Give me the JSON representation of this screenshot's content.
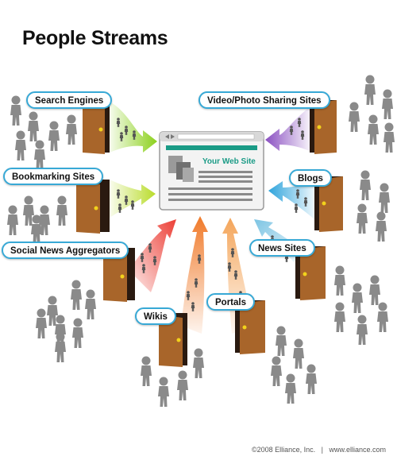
{
  "title": "People Streams",
  "website_label": "Your Web Site",
  "sources": {
    "search_engines": "Search Engines",
    "video_photo": "Video/Photo Sharing Sites",
    "bookmarking": "Bookmarking Sites",
    "blogs": "Blogs",
    "social_news": "Social News Aggregators",
    "news_sites": "News Sites",
    "wikis": "Wikis",
    "portals": "Portals"
  },
  "footer": "©2008 Elliance, Inc.   |   www.elliance.com",
  "colors": {
    "label_border": "#38a9d6",
    "door": "#a8652a",
    "person": "#8a8a8a",
    "website_accent": "#1a9b86",
    "stream_green": "#8cd11c",
    "stream_purple": "#8a4fc1",
    "stream_yellow_green": "#b9dc2b",
    "stream_blue": "#2fa4dc",
    "stream_red": "#ec3f36",
    "stream_light_blue": "#7cc4e3",
    "stream_orange": "#f07a2a",
    "stream_peach": "#f4a55a"
  }
}
